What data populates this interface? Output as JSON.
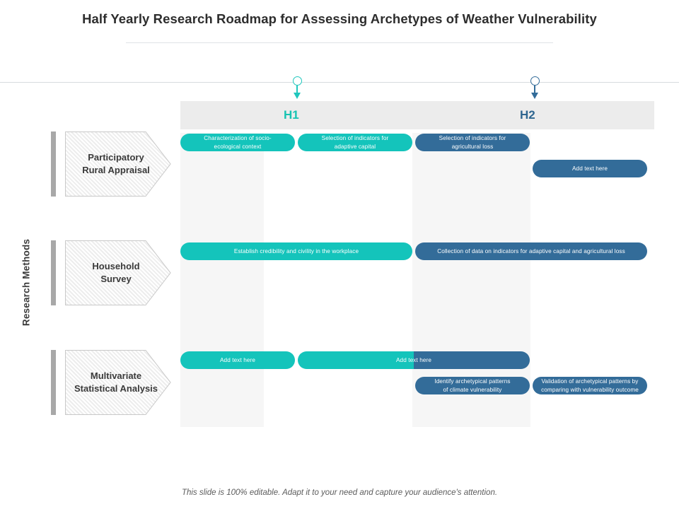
{
  "slide": {
    "title": "Half Yearly Research Roadmap for Assessing Archetypes of Weather Vulnerability",
    "footer_note": "This slide is 100% editable. Adapt it to your need and capture your audience's attention.",
    "axis_label": "Research Methods"
  },
  "colors": {
    "teal": "#14c4bb",
    "blue": "#336c99",
    "header_band": "#ececec",
    "shade_column": "#f6f6f6",
    "tick_gray": "#a8a8a8",
    "title_text": "#2d2d2d"
  },
  "timeline": {
    "periods": [
      {
        "label": "H1",
        "color": "#17c3b2",
        "marker": "down-arrow-marker"
      },
      {
        "label": "H2",
        "color": "#2f6690",
        "marker": "down-arrow-marker"
      }
    ]
  },
  "rows": [
    {
      "method": "Participatory\nRural Appraisal",
      "method_line1": "Participatory",
      "method_line2": "Rural Appraisal",
      "tasks": [
        {
          "text": "Characterization of socio-\necological context",
          "line1": "Characterization of socio-",
          "line2": "ecological context",
          "phase": "H1",
          "style": "teal"
        },
        {
          "text": "Selection of indicators for\nadaptive capital",
          "line1": "Selection of indicators for",
          "line2": "adaptive capital",
          "phase": "H1",
          "style": "teal"
        },
        {
          "text": "Selection of indicators for\nagricultural loss",
          "line1": "Selection of indicators for",
          "line2": "agricultural loss",
          "phase": "H2",
          "style": "blue"
        },
        {
          "text": "Add text here",
          "line1": "Add text here",
          "line2": "",
          "phase": "H2",
          "style": "blue"
        }
      ]
    },
    {
      "method": "Household\nSurvey",
      "method_line1": "Household",
      "method_line2": "Survey",
      "tasks": [
        {
          "text": "Establish credibility and civility in the workplace",
          "line1": "Establish credibility and civility in the workplace",
          "line2": "",
          "phase": "H1",
          "style": "teal"
        },
        {
          "text": "Collection of data on indicators for adaptive capital and agricultural loss",
          "line1": "Collection of data on indicators for adaptive capital and agricultural loss",
          "line2": "",
          "phase": "H2",
          "style": "blue"
        }
      ]
    },
    {
      "method": "Multivariate\nStatistical Analysis",
      "method_line1": "Multivariate",
      "method_line2": "Statistical Analysis",
      "tasks": [
        {
          "text": "Add text here",
          "line1": "Add text here",
          "line2": "",
          "phase": "H1",
          "style": "teal"
        },
        {
          "text": "Add text here",
          "line1": "Add text here",
          "line2": "",
          "phase": "H1-H2",
          "style": "split"
        },
        {
          "text": "Identify archetypical patterns\nof climate vulnerability",
          "line1": "Identify archetypical patterns",
          "line2": "of climate vulnerability",
          "phase": "H2",
          "style": "blue"
        },
        {
          "text": "Validation of archetypical patterns by\ncomparing with vulnerability outcome",
          "line1": "Validation of archetypical patterns by",
          "line2": "comparing with vulnerability outcome",
          "phase": "H2",
          "style": "blue"
        }
      ]
    }
  ]
}
